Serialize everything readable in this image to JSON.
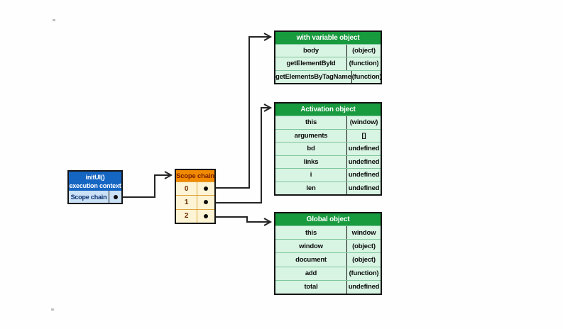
{
  "diagram": {
    "execution_context_box": {
      "title_line1": "initUI()",
      "title_line2": "execution context",
      "row_label": "Scope chain"
    },
    "scope_chain_box": {
      "header": "Scope chain",
      "rows": [
        "0",
        "1",
        "2"
      ]
    },
    "tables": [
      {
        "header": "with variable object",
        "rows": [
          {
            "name": "body",
            "value": "(object)"
          },
          {
            "name": "getElementById",
            "value": "(function)"
          },
          {
            "name": "getElementsByTagName",
            "value": "(function)"
          }
        ]
      },
      {
        "header": "Activation object",
        "rows": [
          {
            "name": "this",
            "value": "(window)"
          },
          {
            "name": "arguments",
            "value": "[]"
          },
          {
            "name": "bd",
            "value": "undefined"
          },
          {
            "name": "links",
            "value": "undefined"
          },
          {
            "name": "i",
            "value": "undefined"
          },
          {
            "name": "len",
            "value": "undefined"
          }
        ]
      },
      {
        "header": "Global object",
        "rows": [
          {
            "name": "this",
            "value": "window"
          },
          {
            "name": "window",
            "value": "(object)"
          },
          {
            "name": "document",
            "value": "(object)"
          },
          {
            "name": "add",
            "value": "(function)"
          },
          {
            "name": "total",
            "value": "undefined"
          }
        ]
      }
    ],
    "colors": {
      "blue_header": "#1565c2",
      "blue_body": "#cbe1f6",
      "orange_header": "#f18a00",
      "orange_text": "#7a1e00",
      "cream_body": "#fcf4d4",
      "green_header": "#189a3e",
      "mint_body": "#d8f4e3",
      "line": "#242424"
    }
  }
}
